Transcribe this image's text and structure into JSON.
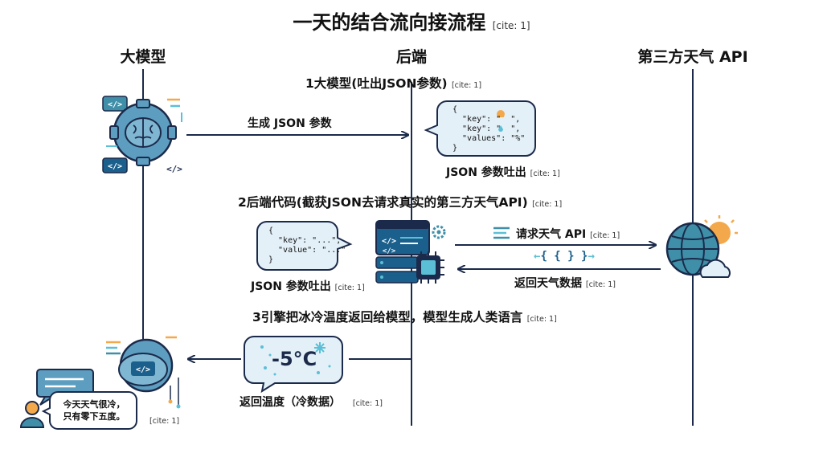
{
  "title": "一天的结合流向接流程",
  "cite": "[cite: 1]",
  "columns": {
    "llm": "大模型",
    "backend": "后端",
    "weather": "第三方天气 API"
  },
  "steps": {
    "s1": "1大模型(吐出JSON参数)",
    "s2": "2后端代码(截获JSON去请求真实的第三方天气API)",
    "s3": "3引擎把冰冷温度返回给模型，模型生成人类语言"
  },
  "arrows": {
    "generate_json": "生成 JSON 参数",
    "request_weather": "请求天气 API",
    "return_data": "返回天气数据",
    "return_temp": "返回温度（冷数据）"
  },
  "bubbles": {
    "json1": {
      "code": "{\n  \"key\": \"  \",\n  \"key\": \"  \",\n  \"values\": \"%\"\n}",
      "label": "JSON 参数吐出"
    },
    "json2": {
      "code": "{\n  \"key\": \"...\",\n  \"value\": \"...\"\n}",
      "label": "JSON 参数吐出"
    },
    "temperature": "-5°C",
    "user_message_line1": "今天天气很冷，",
    "user_message_line2": "只有零下五度。"
  },
  "icons": {
    "code_tag": "</>",
    "braces": "{ { } }"
  },
  "colors": {
    "navy": "#1b2a4a",
    "teal": "#3f8fa8",
    "light_blue": "#e3f0f8",
    "orange": "#f3a94b",
    "cyan": "#5bbfd6"
  }
}
